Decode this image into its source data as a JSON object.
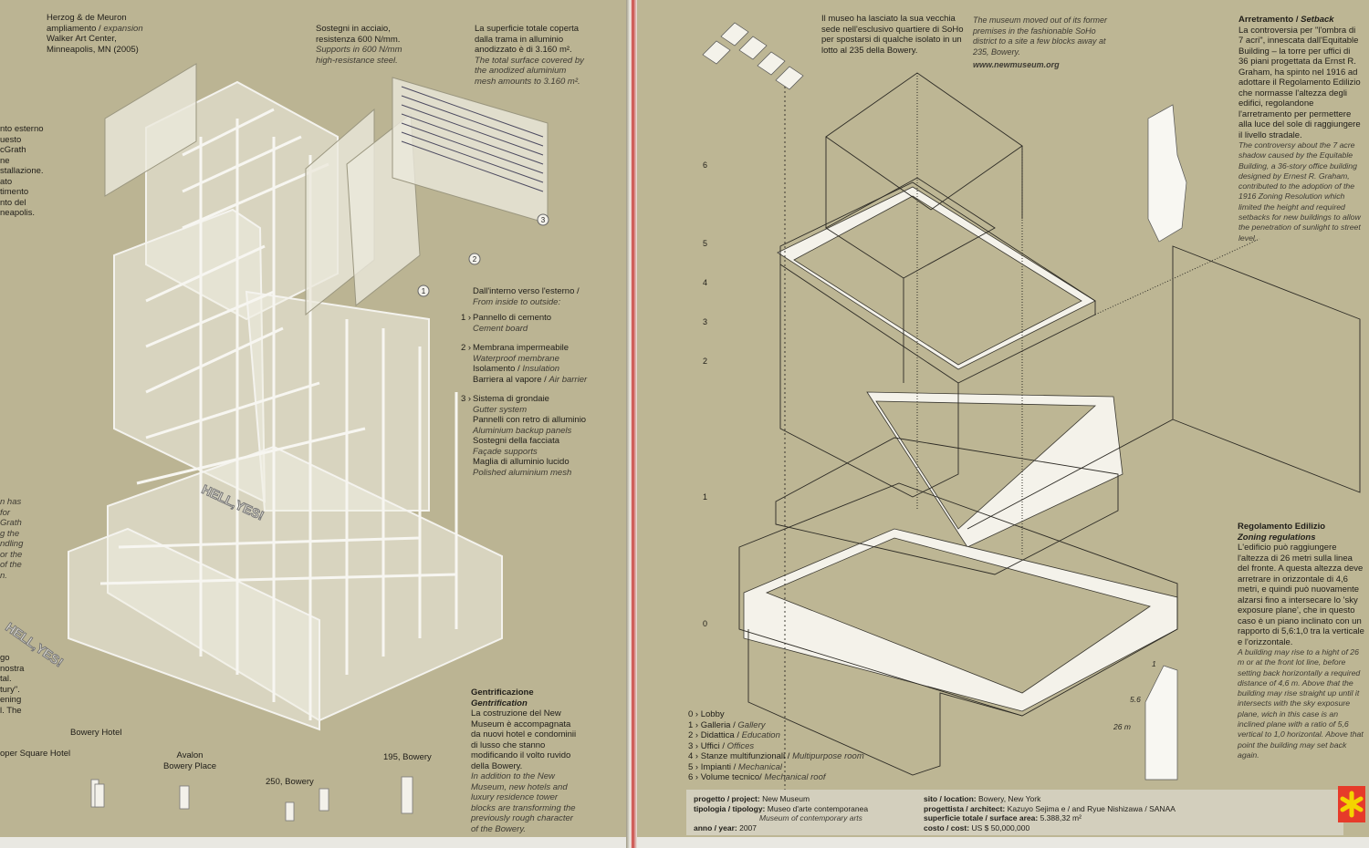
{
  "left_page": {
    "walker": {
      "lines": [
        "Herzog & de Meuron",
        "ampliamento / ",
        "Walker Art Center,",
        "Minneapolis, MN (2005)"
      ],
      "expansion_en": "expansion"
    },
    "edge_fragments_top": [
      "nto esterno",
      "uesto",
      "cGrath",
      "ne",
      "stallazione.",
      "ato",
      "timento",
      "nto del",
      "neapolis."
    ],
    "edge_fragments_mid": [
      "n has",
      "for",
      "Grath",
      "g the",
      "ndling",
      "or the",
      "of the",
      "n."
    ],
    "edge_fragments_low": [
      "go",
      "nostra",
      "tal.",
      "tury\".",
      "ening",
      "l. The"
    ],
    "supports": {
      "it": [
        "Sostegni in acciaio,",
        "resistenza 600 N/mm."
      ],
      "en": [
        "Supports in 600 N/mm",
        "high-resistance steel."
      ]
    },
    "surface": {
      "it": [
        "La superficie totale coperta",
        "dalla trama in alluminio",
        "anodizzato è di 3.160 m²."
      ],
      "en": [
        "The total surface covered by",
        "the anodized aluminium",
        "mesh amounts to 3.160 m²."
      ]
    },
    "markers": [
      "1",
      "2",
      "3"
    ],
    "layers": {
      "intro_it": "Dall'interno verso l'esterno / ",
      "intro_en": "From inside to outside:",
      "items": [
        {
          "n": "1 ›",
          "lines": [
            {
              "it": "Pannello di cemento",
              "en": "Cement board"
            }
          ]
        },
        {
          "n": "2 ›",
          "lines": [
            {
              "it": "Membrana impermeabile",
              "en": "Waterproof membrane"
            },
            {
              "it": "Isolamento / ",
              "en": "Insulation"
            },
            {
              "it": "Barriera al vapore / ",
              "en": "Air barrier"
            }
          ]
        },
        {
          "n": "3 ›",
          "lines": [
            {
              "it": "Sistema di grondaie",
              "en": "Gutter system"
            },
            {
              "it": "Pannelli con retro di alluminio",
              "en": "Aluminium backup panels"
            },
            {
              "it": "Sostegni della facciata",
              "en": "Façade supports"
            },
            {
              "it": "Maglia di alluminio lucido",
              "en": "Polished aluminium mesh"
            }
          ]
        }
      ]
    },
    "sign_text": [
      "HELL,YES!",
      "HELL,YES!"
    ],
    "gentrification": {
      "title_it": "Gentrificazione",
      "title_en": "Gentrification",
      "it": "La costruzione del New Museum è accompagnata da nuovi hotel e condominii di lusso che stanno modificando il volto ruvido della Bowery.",
      "en": "In addition to the New Museum, new hotels and luxury residence tower blocks are transforming the previously rough character of the Bowery."
    },
    "buildings": [
      "Bowery Hotel",
      "oper Square Hotel",
      "Avalon Bowery Place",
      "250, Bowery",
      "195, Bowery"
    ]
  },
  "right_page": {
    "intro_it": "Il museo ha lasciato la sua vecchia sede nell'esclusivo quartiere di SoHo per spostarsi di qualche isolato in un lotto al 235 della Bowery.",
    "intro_en": "The museum moved out of its former premises in the fashionable SoHo district to a site a few blocks away at 235, Bowery.",
    "url": "www.newmuseum.org",
    "setback": {
      "title": "Arretramento / ",
      "title_en": "Setback",
      "it": "La controversia per \"l'ombra di 7 acri\", innescata dall'Equitable Building – la torre per uffici di 36 piani progettata da Ernst R. Graham, ha spinto nel 1916 ad adottare il Regolamento Edilizio che normasse l'altezza degli edifici, regolandone l'arretramento per permettere alla luce del sole di raggiungere il livello stradale.",
      "en": "The controversy about the 7 acre shadow caused by the Equitable Building, a 36-story office building designed by Ernest R. Graham, contributed to the adoption of the 1916 Zoning Resolution which limited the height and required setbacks for new buildings to allow the penetration of sunlight to street level."
    },
    "zoning": {
      "title_it": "Regolamento Edilizio",
      "title_en": "Zoning regulations",
      "it": "L'edificio può raggiungere l'altezza di 26 metri sulla linea del fronte. A questa altezza deve arretrare in orizzontale di 4,6 metri, e quindi può nuovamente alzarsi fino a intersecare lo 'sky exposure plane', che in questo caso è un piano inclinato con un rapporto di 5,6:1,0 tra la verticale e l'orizzontale.",
      "en": "A building may rise to a hight of 26 m or at the front lot line, before setting back horizontally a required distance of 4,6 m. Above that the building may rise straight up until it intersects with the sky exposure plane, wich in this case is an inclined plane with a ratio of 5,6 vertical to 1,0 horizontal. Above that point the building may set back again."
    },
    "diagram_labels": {
      "ratio_v": "5.6",
      "ratio_h": "1",
      "height": "26 m"
    },
    "floor_numbers": [
      "6",
      "5",
      "4",
      "3",
      "2",
      "1",
      "0"
    ],
    "floors": [
      {
        "n": "0 ›",
        "it": "Lobby",
        "en": ""
      },
      {
        "n": "1 ›",
        "it": "Galleria / ",
        "en": "Gallery"
      },
      {
        "n": "2 ›",
        "it": "Didattica / ",
        "en": "Education"
      },
      {
        "n": "3 ›",
        "it": "Uffici / ",
        "en": "Offices"
      },
      {
        "n": "4 ›",
        "it": "Stanze multifunzionali / ",
        "en": "Multipurpose room"
      },
      {
        "n": "5 ›",
        "it": "Impianti / ",
        "en": "Mechanical"
      },
      {
        "n": "6 ›",
        "it": "Volume tecnico/ ",
        "en": "Mechanical roof"
      }
    ],
    "footer": {
      "project_label": "progetto / project:",
      "project": "New Museum",
      "type_label": "tipologia / tipology:",
      "type_it": "Museo d'arte contemporanea",
      "type_en": "Museum of contemporary arts",
      "year_label": "anno / year:",
      "year": "2007",
      "site_label": "sito / location:",
      "site": "Bowery, New York",
      "architect_label": "progettista / architect:",
      "architect": "Kazuyo Sejima e / and Ryue Nishizawa / SANAA",
      "area_label": "superficie totale / surface area:",
      "area": "5.388,32 m²",
      "cost_label": "costo / cost:",
      "cost": "US $ 50,000,000"
    }
  }
}
